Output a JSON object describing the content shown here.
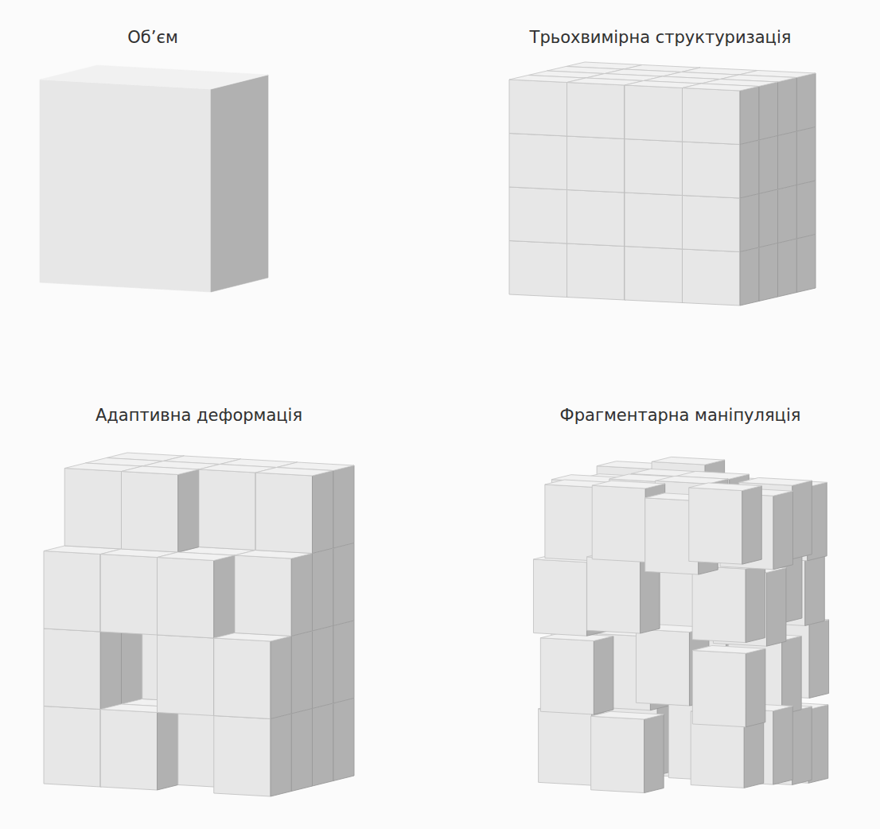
{
  "diagram": {
    "labels": [
      "Об’єм",
      "Трьохвимірна структуризація",
      "Адаптивна деформація",
      "Фрагментарна маніпуляція"
    ]
  }
}
